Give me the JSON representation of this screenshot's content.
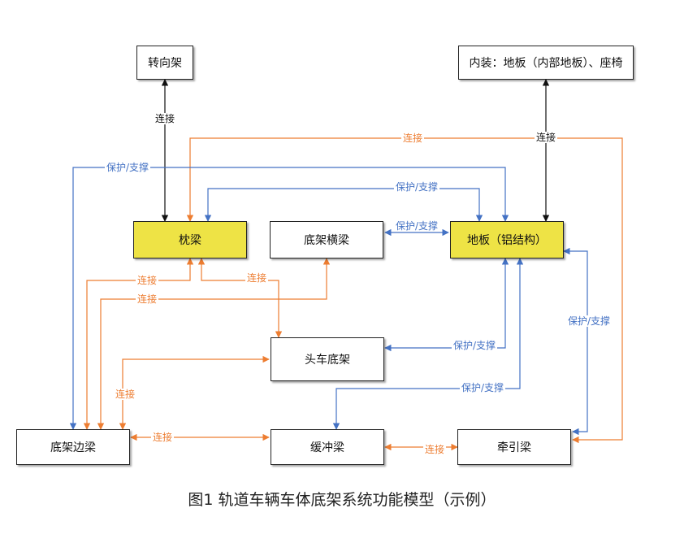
{
  "colors": {
    "blue": "#4472C4",
    "orange": "#ED7D31",
    "black": "#111111",
    "highlight": "#EEE345"
  },
  "nodes": {
    "bogie": "转向架",
    "interior": "内装：地板（内部地板）、座椅",
    "bolster": "枕梁",
    "cross_beam": "底架横梁",
    "floor": "地板（铝结构）",
    "front_underframe": "头车底架",
    "side_beam": "底架边梁",
    "buffer_beam": "缓冲梁",
    "traction_beam": "牵引梁"
  },
  "labels": {
    "connect": "连接",
    "protect": "保护/支撑"
  },
  "caption": "图1 轨道车辆车体底架系统功能模型（示例）"
}
